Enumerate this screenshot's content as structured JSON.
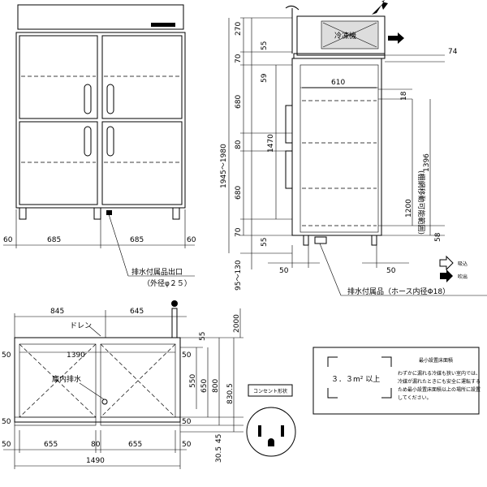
{
  "front_view": {
    "width_dims": [
      "60",
      "685",
      "685",
      "60"
    ],
    "drain_outlet_label": "排水付属品出口",
    "drain_outlet_sub": "（外径φ２５）"
  },
  "side_view": {
    "left_dims": [
      "270",
      "70",
      "680",
      "80",
      "680",
      "70",
      "95～130"
    ],
    "inner_dims": [
      "55",
      "59",
      "55"
    ],
    "total_height": "1945～1980",
    "shelf_range": "1470",
    "depth_top": "610",
    "right_dims": [
      "74",
      "18",
      "1396",
      "1200",
      "58"
    ],
    "shelf_note": "(棚網移動可能範囲)",
    "bottom_dims": [
      "50",
      "50"
    ],
    "unit_label": "冷凍機",
    "legend_intake": "吸込",
    "legend_exhaust": "吹出",
    "drain_hose_label": "排水付属品（ホース内径Φ18）"
  },
  "plan_view": {
    "top_dims": [
      "845",
      "645"
    ],
    "drain_label": "ドレン",
    "inner_width": "1390",
    "inside_drain_label": "庫内排水",
    "left_dims": [
      "50",
      "50",
      "50"
    ],
    "right_inner_dims": [
      "50",
      "50"
    ],
    "bottom_dims": [
      "50",
      "655",
      "80",
      "655",
      "50"
    ],
    "total_width": "1490",
    "right_dims": [
      "55",
      "550",
      "650",
      "800",
      "830.5",
      "2000",
      "45",
      "30.5"
    ]
  },
  "outlet": {
    "label": "コンセント形状"
  },
  "install_area": {
    "area_value": "３．３m² 以上",
    "title": "最小設置床面積",
    "notes": [
      "わずかに漏れる冷媒も狭い室内では、",
      "冷媒が漏れたときにも安全に運転する",
      "ため最小設置床面積以上の場所に設置",
      "してください。"
    ]
  }
}
